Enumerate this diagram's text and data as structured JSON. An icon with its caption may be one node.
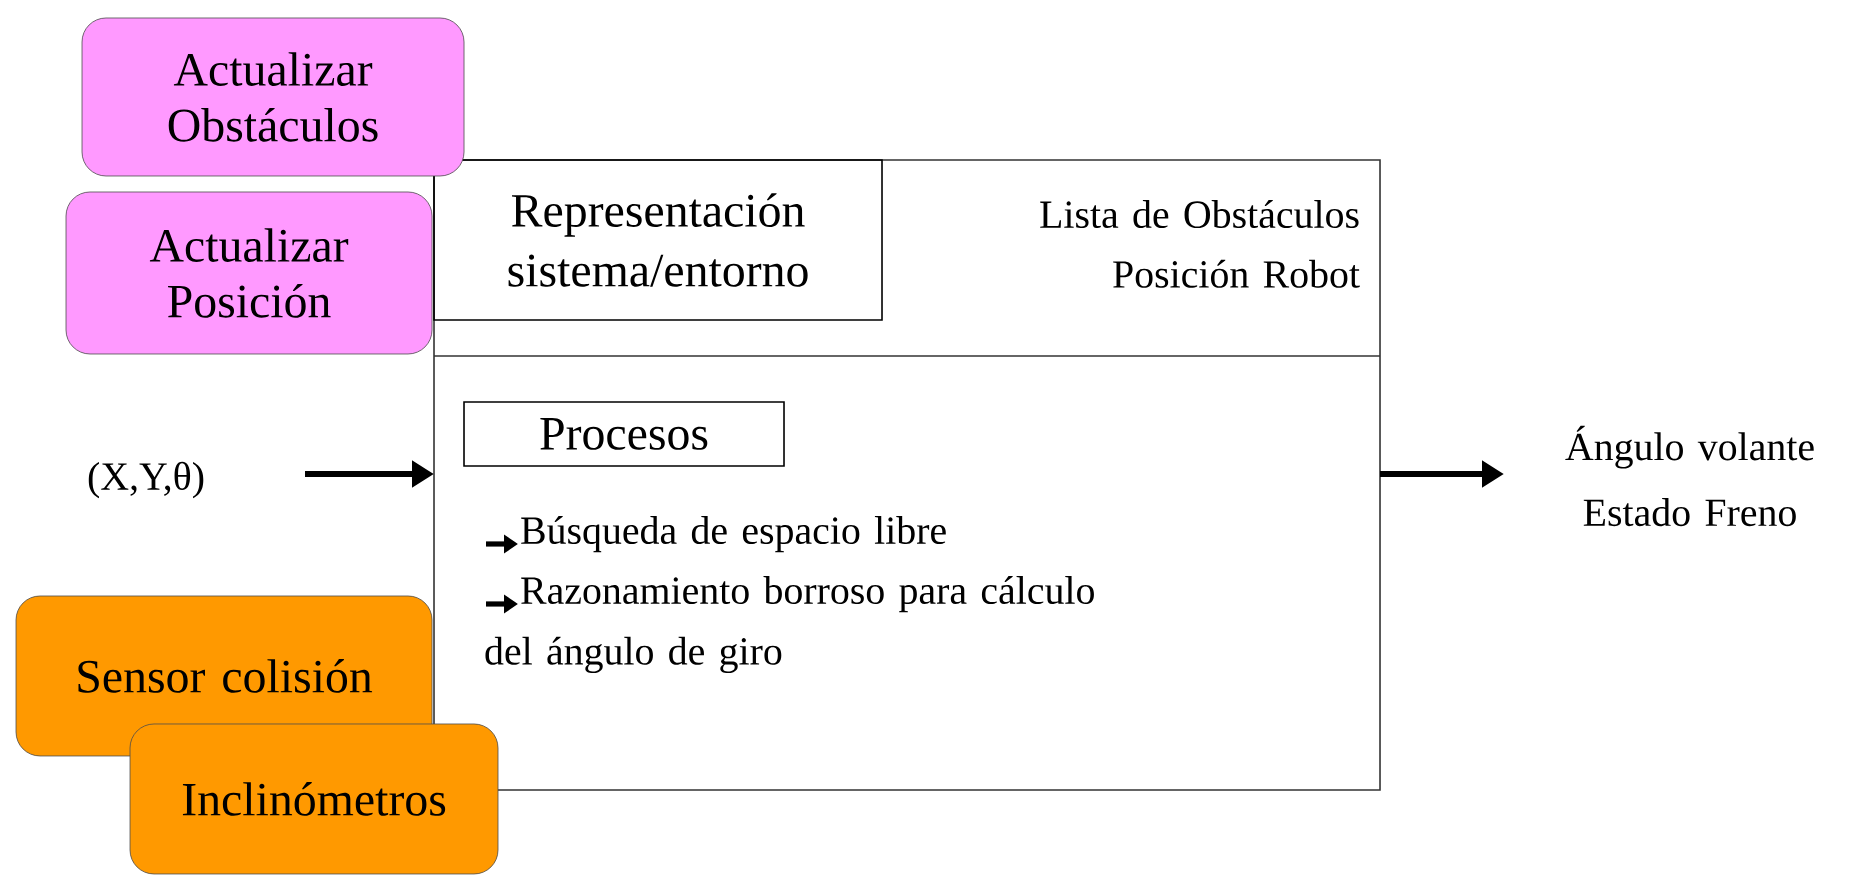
{
  "diagram": {
    "nodes": [
      {
        "text": [
          "Actualizar Obstáculos"
        ]
      },
      {
        "text": [
          "Actualizar Posición"
        ]
      },
      {
        "text": [
          "Lista de Obstáculos Posición Robot",
          "Búsqueda de espacio libre",
          "Razonamiento borroso para cálculo del ángulo de giro"
        ]
      },
      {
        "text": [
          "Representación sistema/entorno"
        ],
        "in": 2
      },
      {
        "text": [
          "Procesos"
        ],
        "in": 2
      },
      {
        "text": [
          "(X,Y,θ)"
        ]
      },
      {
        "text": [
          "Ángulo volante Estado Freno"
        ]
      },
      {
        "text": [
          "Sensor colisión"
        ]
      },
      {
        "text": [
          "Inclinómetros"
        ]
      }
    ],
    "edges": [
      {
        "from": 5,
        "to": 2,
        "arrow": "to"
      },
      {
        "from": 2,
        "to": 6,
        "arrow": "to"
      }
    ]
  }
}
